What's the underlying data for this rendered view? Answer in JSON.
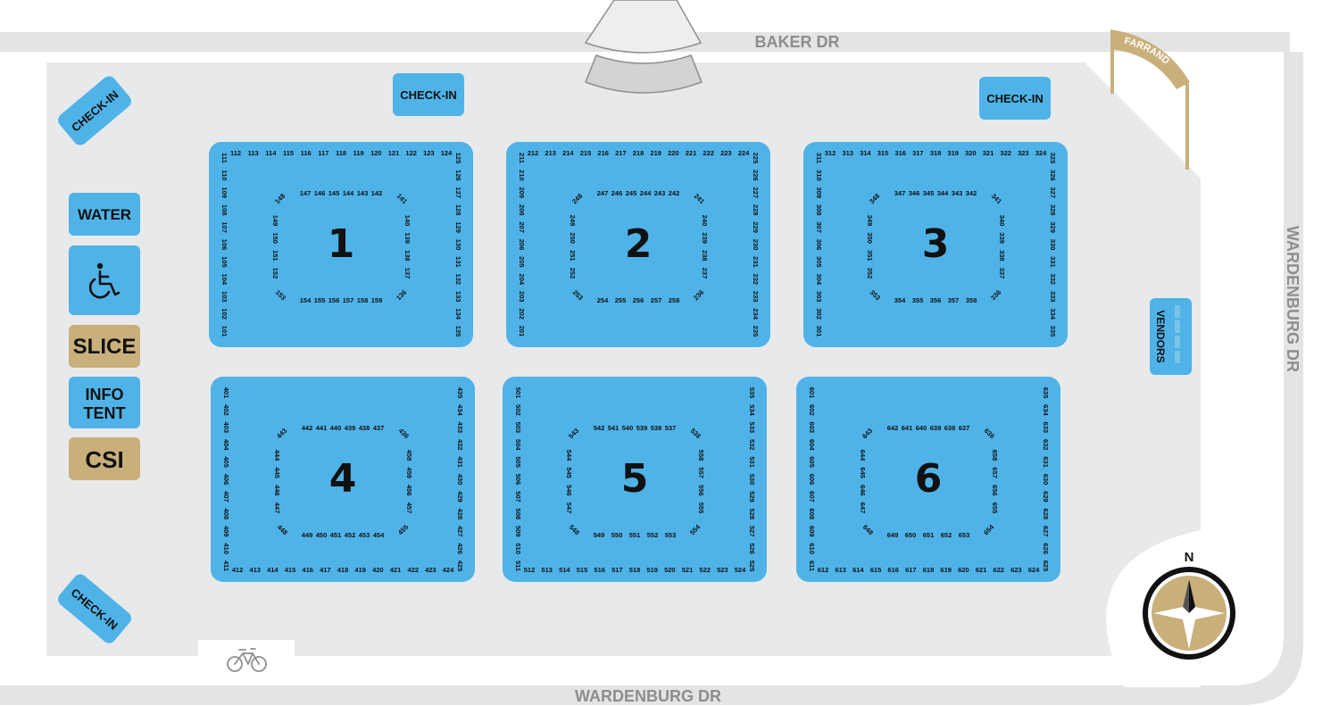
{
  "roads": {
    "north": "BAKER DR",
    "east": "WARDENBURG DR",
    "south": "WARDENBURG DR",
    "arch": "FARRAND"
  },
  "facilities": {
    "checkin": "CHECK-IN",
    "water": "WATER",
    "slice": "SLICE",
    "info_line1": "INFO",
    "info_line2": "TENT",
    "csi": "CSI",
    "vendors": "VENDORS"
  },
  "compass": {
    "north_label": "N"
  },
  "icons": [
    "wheelchair-icon",
    "bicycle-icon",
    "compass-icon"
  ],
  "colors": {
    "zone_blue": "#4fb3e8",
    "lot_gray": "#e8e9ea",
    "road_gray": "#e3e4e6",
    "gold": "#c9b07a",
    "road_text": "#8c8d8f"
  },
  "zones": [
    {
      "label": "1",
      "outer": {
        "top": [
          "112",
          "113",
          "114",
          "115",
          "116",
          "117",
          "118",
          "119",
          "120",
          "121",
          "122",
          "123",
          "124"
        ],
        "left": [
          "111",
          "110",
          "109",
          "108",
          "107",
          "106",
          "105",
          "104",
          "103",
          "102",
          "101"
        ],
        "right": [
          "125",
          "126",
          "127",
          "128",
          "129",
          "130",
          "131",
          "132",
          "133",
          "134",
          "135"
        ]
      },
      "inner": {
        "top": [
          "147",
          "146",
          "145",
          "144",
          "143",
          "142"
        ],
        "tr": "141",
        "right": [
          "140",
          "139",
          "138",
          "137"
        ],
        "br": "136",
        "bottom": [
          "154",
          "155",
          "156",
          "157",
          "158",
          "159"
        ],
        "bl": "153",
        "left": [
          "149",
          "150",
          "151",
          "152"
        ],
        "tl": "148"
      }
    },
    {
      "label": "2",
      "outer": {
        "top": [
          "212",
          "213",
          "214",
          "215",
          "216",
          "217",
          "218",
          "219",
          "220",
          "221",
          "222",
          "223",
          "224"
        ],
        "left": [
          "211",
          "210",
          "209",
          "208",
          "207",
          "206",
          "205",
          "204",
          "203",
          "202",
          "201"
        ],
        "right": [
          "225",
          "226",
          "227",
          "228",
          "229",
          "230",
          "231",
          "232",
          "233",
          "234",
          "235"
        ]
      },
      "inner": {
        "top": [
          "247",
          "246",
          "245",
          "244",
          "243",
          "242"
        ],
        "tr": "241",
        "right": [
          "240",
          "239",
          "238",
          "237"
        ],
        "br": "236",
        "bottom": [
          "254",
          "255",
          "256",
          "257",
          "258"
        ],
        "bl": "253",
        "left": [
          "249",
          "250",
          "251",
          "252"
        ],
        "tl": "248"
      }
    },
    {
      "label": "3",
      "outer": {
        "top": [
          "312",
          "313",
          "314",
          "315",
          "316",
          "317",
          "318",
          "319",
          "320",
          "321",
          "322",
          "323",
          "324"
        ],
        "left": [
          "311",
          "310",
          "309",
          "308",
          "307",
          "306",
          "305",
          "304",
          "303",
          "302",
          "301"
        ],
        "right": [
          "325",
          "326",
          "327",
          "328",
          "329",
          "330",
          "331",
          "332",
          "333",
          "334",
          "335"
        ]
      },
      "inner": {
        "top": [
          "347",
          "346",
          "345",
          "344",
          "343",
          "342"
        ],
        "tr": "341",
        "right": [
          "340",
          "339",
          "338",
          "337"
        ],
        "br": "336",
        "bottom": [
          "354",
          "355",
          "356",
          "357",
          "358"
        ],
        "bl": "353",
        "left": [
          "349",
          "350",
          "351",
          "352"
        ],
        "tl": "348"
      }
    },
    {
      "label": "4",
      "outer": {
        "bottom": [
          "412",
          "413",
          "414",
          "415",
          "416",
          "417",
          "418",
          "419",
          "420",
          "421",
          "422",
          "423",
          "424"
        ],
        "left": [
          "401",
          "402",
          "403",
          "404",
          "405",
          "406",
          "407",
          "408",
          "409",
          "410",
          "411"
        ],
        "right": [
          "435",
          "434",
          "433",
          "432",
          "431",
          "430",
          "429",
          "428",
          "427",
          "426",
          "425"
        ]
      },
      "inner": {
        "top": [
          "442",
          "441",
          "440",
          "439",
          "438",
          "437"
        ],
        "tr": "436",
        "right": [
          "458",
          "459",
          "456",
          "457"
        ],
        "br": "455",
        "bottom": [
          "449",
          "450",
          "451",
          "452",
          "453",
          "454"
        ],
        "bl": "448",
        "left": [
          "444",
          "445",
          "446",
          "447"
        ],
        "tl": "443"
      }
    },
    {
      "label": "5",
      "outer": {
        "bottom": [
          "512",
          "513",
          "514",
          "515",
          "516",
          "517",
          "518",
          "519",
          "520",
          "521",
          "522",
          "523",
          "524"
        ],
        "left": [
          "501",
          "502",
          "503",
          "504",
          "505",
          "506",
          "507",
          "508",
          "509",
          "510",
          "511"
        ],
        "right": [
          "535",
          "534",
          "533",
          "532",
          "531",
          "530",
          "529",
          "528",
          "527",
          "526",
          "525"
        ]
      },
      "inner": {
        "top": [
          "542",
          "541",
          "540",
          "539",
          "538",
          "537"
        ],
        "tr": "536",
        "right": [
          "558",
          "557",
          "556",
          "555"
        ],
        "br": "554",
        "bottom": [
          "549",
          "550",
          "551",
          "552",
          "553"
        ],
        "bl": "548",
        "left": [
          "544",
          "545",
          "546",
          "547"
        ],
        "tl": "543"
      }
    },
    {
      "label": "6",
      "outer": {
        "bottom": [
          "612",
          "613",
          "614",
          "615",
          "616",
          "617",
          "618",
          "619",
          "620",
          "621",
          "622",
          "623",
          "624"
        ],
        "left": [
          "601",
          "602",
          "603",
          "604",
          "605",
          "606",
          "607",
          "608",
          "609",
          "610",
          "611"
        ],
        "right": [
          "635",
          "634",
          "633",
          "632",
          "631",
          "630",
          "629",
          "628",
          "627",
          "626",
          "625"
        ]
      },
      "inner": {
        "top": [
          "642",
          "641",
          "640",
          "639",
          "638",
          "637"
        ],
        "tr": "636",
        "right": [
          "658",
          "657",
          "656",
          "655"
        ],
        "br": "654",
        "bottom": [
          "649",
          "650",
          "651",
          "652",
          "653"
        ],
        "bl": "648",
        "left": [
          "644",
          "645",
          "646",
          "647"
        ],
        "tl": "643"
      }
    }
  ]
}
